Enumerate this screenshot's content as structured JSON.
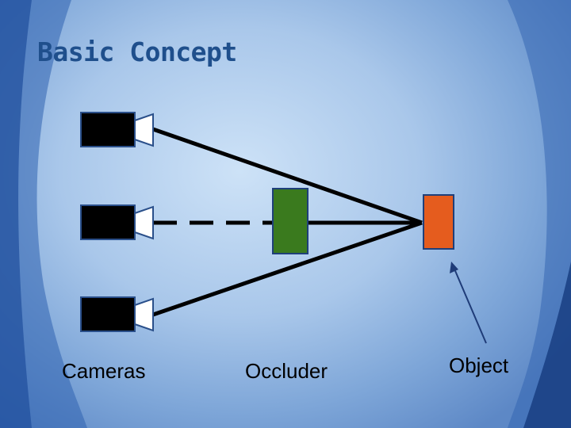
{
  "slide": {
    "title": "Basic Concept",
    "labels": {
      "cameras": "Cameras",
      "occluder": "Occluder",
      "object": "Object"
    }
  },
  "colors": {
    "occluder": "#3a7a1e",
    "object": "#e55c1e",
    "title": "#1f4f8c",
    "camera": "#000000",
    "lens": "#ffffff",
    "arrow": "#1f3c78"
  },
  "diagram": {
    "cameras": 3,
    "rays": [
      "solid",
      "dashed-then-solid",
      "solid"
    ]
  }
}
